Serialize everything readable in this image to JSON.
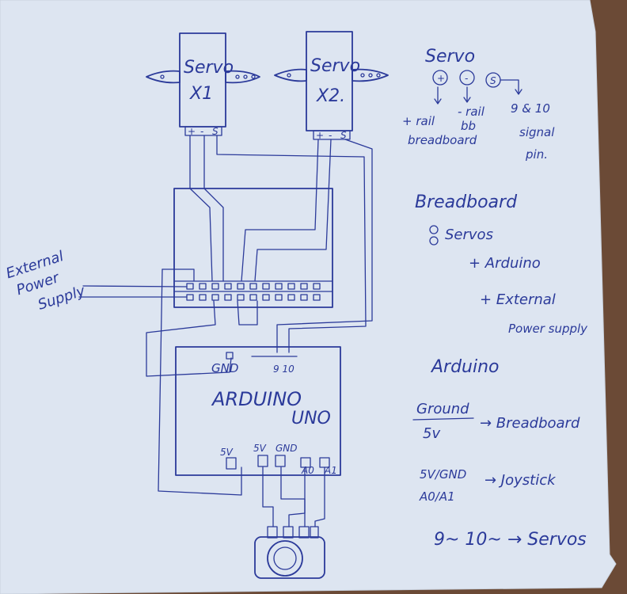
{
  "servo1": {
    "label_a": "Servo",
    "label_b": "X1",
    "pins": [
      "+",
      "-",
      "S"
    ]
  },
  "servo2": {
    "label_a": "Servo",
    "label_b": "X2.",
    "pins": [
      "+",
      "-",
      "S"
    ]
  },
  "external": {
    "line1": "External",
    "line2": "Power",
    "line3": "Supply"
  },
  "arduino": {
    "title_a": "ARDUINO",
    "title_b": "UNO",
    "gnd_top": "GND",
    "pins_top": "9 10",
    "pin_5v_a": "5V",
    "pin_5v_b": "5V",
    "pin_gnd": "GND",
    "pin_a0": "A0",
    "pin_a1": "A1"
  },
  "legend": {
    "servo": {
      "title": "Servo",
      "sym_plus": "+",
      "sym_minus": "-",
      "sym_s": "S",
      "rail_plus_a": "+ rail",
      "rail_plus_b": "breadboard",
      "rail_minus_a": "- rail",
      "rail_minus_b": "bb",
      "signal_a": "9 & 10",
      "signal_b": "signal",
      "signal_c": "pin."
    },
    "breadboard": {
      "title": "Breadboard",
      "line1": "Servos",
      "line2": "+ Arduino",
      "line3": "+ External",
      "line4": "Power supply"
    },
    "arduino": {
      "title": "Arduino",
      "ground": "Ground",
      "fivev": "5v",
      "to_bb": "→ Breadboard",
      "gnd_line": "5V/GND",
      "a_line": "A0/A1",
      "to_joy": "→ Joystick",
      "servo_line": "9~ 10~ → Servos"
    }
  }
}
